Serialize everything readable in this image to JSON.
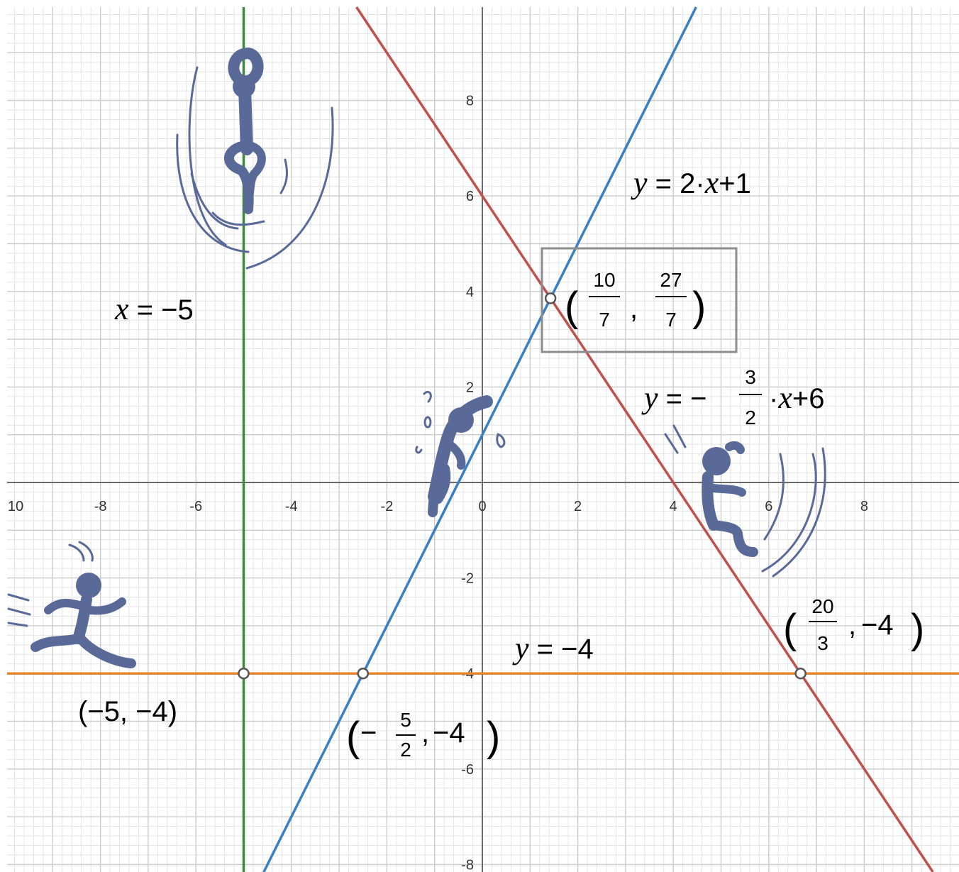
{
  "chart_data": {
    "type": "line",
    "xlim": [
      -10,
      10
    ],
    "ylim": [
      -8,
      10
    ],
    "grid": true,
    "x_ticks": [
      "10",
      "-8",
      "-6",
      "-4",
      "-2",
      "0",
      "2",
      "4",
      "6",
      "8"
    ],
    "y_ticks": [
      "8",
      "6",
      "4",
      "2",
      "-2",
      "-4",
      "-6",
      "-8"
    ],
    "series": [
      {
        "name": "y = 2·x + 1",
        "kind": "line",
        "slope": 2,
        "intercept": 1,
        "color": "#3a7fc6"
      },
      {
        "name": "y = −3/2·x + 6",
        "kind": "line",
        "slope": -1.5,
        "intercept": 6,
        "color": "#c0504d"
      },
      {
        "name": "x = −5",
        "kind": "vertical",
        "x": -5,
        "color": "#3d8a3d"
      },
      {
        "name": "y = −4",
        "kind": "horizontal",
        "y": -4,
        "color": "#e8862e"
      }
    ],
    "points": [
      {
        "x": 1.4286,
        "y": 3.8571,
        "label": "(10/7, 27/7)"
      },
      {
        "x": -5,
        "y": -4,
        "label": "(−5, −4)"
      },
      {
        "x": -2.5,
        "y": -4,
        "label": "(−5/2, −4)"
      },
      {
        "x": 6.6667,
        "y": -4,
        "label": "(20/3, −4)"
      }
    ]
  },
  "labels": {
    "eq_blue": {
      "y": "y",
      "eq": " = 2·",
      "x": "x",
      "rest": "+1"
    },
    "eq_red": {
      "y": "y",
      "eq": " = −",
      "num": "3",
      "den": "2",
      "mul": "·",
      "x": "x",
      "rest": "+6"
    },
    "eq_green": {
      "x": "x",
      "rest": " = −5"
    },
    "eq_orange": {
      "y": "y",
      "rest": " = −4"
    },
    "pt_top": {
      "num1": "10",
      "den1": "7",
      "num2": "27",
      "den2": "7"
    },
    "pt_green": "(−5, −4)",
    "pt_blue": {
      "minus": "−",
      "num": "5",
      "den": "2",
      "rest": "−4"
    },
    "pt_red": {
      "num": "20",
      "den": "3",
      "rest": "−4"
    }
  },
  "colors": {
    "grid_major": "#cccccc",
    "grid_minor": "#e4e4e4",
    "axis": "#6a6a6a",
    "figure": "#5a6a98"
  },
  "icons": [
    "climbing-figure-icon",
    "jumping-figure-icon",
    "running-figure-icon",
    "sitting-figure-icon"
  ]
}
